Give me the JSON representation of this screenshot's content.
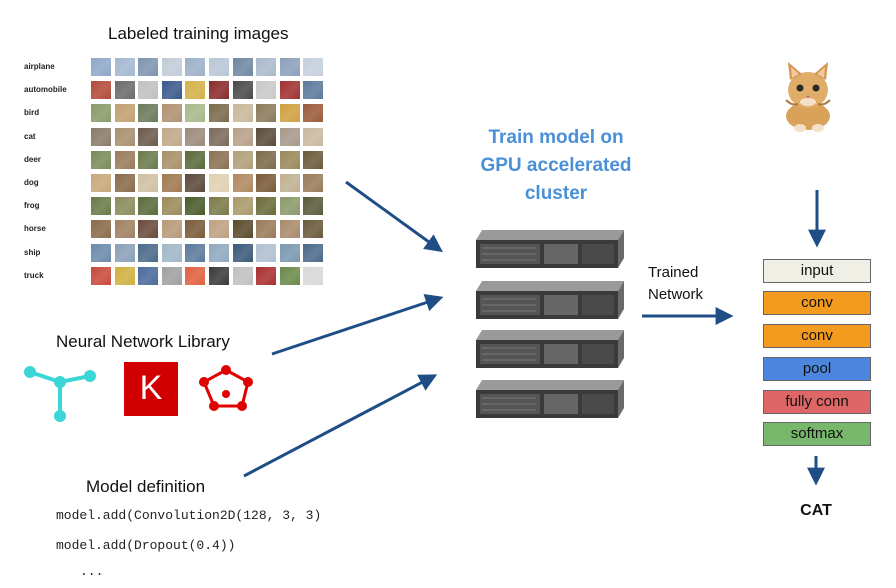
{
  "training": {
    "title": "Labeled training images",
    "classes": [
      "airplane",
      "automobile",
      "bird",
      "cat",
      "deer",
      "dog",
      "frog",
      "horse",
      "ship",
      "truck"
    ],
    "colors": [
      [
        "#8fa8c8",
        "#a5b8d0",
        "#7d94b0",
        "#c0ccd8",
        "#9cb0c8",
        "#b8c6d6",
        "#6f87a3",
        "#aab9cc",
        "#8aa0bb",
        "#c5d0dc"
      ],
      [
        "#b24a3a",
        "#6b6b6b",
        "#c0c0c0",
        "#3a5a8a",
        "#d4b04a",
        "#8a2a2a",
        "#4a4a4a",
        "#c8c8c8",
        "#a03030",
        "#5a7a9a"
      ],
      [
        "#8a9a6a",
        "#c0a070",
        "#6a7a5a",
        "#b09070",
        "#a8b888",
        "#7a6a4a",
        "#c8b898",
        "#8a7a5a",
        "#d0a040",
        "#9a5a3a"
      ],
      [
        "#8a7a6a",
        "#a89070",
        "#6a5a4a",
        "#c0a888",
        "#9a8a7a",
        "#7a6a5a",
        "#b8a088",
        "#5a4a3a",
        "#a8988a",
        "#c8b8a0"
      ],
      [
        "#7a8a5a",
        "#9a7a5a",
        "#6a7a4a",
        "#a89068",
        "#5a6a3a",
        "#8a7050",
        "#b0a078",
        "#7a6a48",
        "#98885a",
        "#6a5a3a"
      ],
      [
        "#c8a878",
        "#8a6a4a",
        "#d0c0a0",
        "#a07850",
        "#5a4a3a",
        "#e0d0b0",
        "#b08860",
        "#7a5a3a",
        "#c0b090",
        "#9a7a5a"
      ],
      [
        "#6a7a4a",
        "#8a8a5a",
        "#5a6a3a",
        "#9a8a5a",
        "#4a5a2a",
        "#7a7a4a",
        "#a89a6a",
        "#6a6a3a",
        "#8a9a6a",
        "#5a5a3a"
      ],
      [
        "#8a6a4a",
        "#a08060",
        "#6a4a3a",
        "#b89878",
        "#7a5a3a",
        "#c0a080",
        "#5a4a2a",
        "#9a7a5a",
        "#a88a6a",
        "#6a5a3a"
      ],
      [
        "#6a8aaa",
        "#8aa0b8",
        "#4a6a8a",
        "#a0b8c8",
        "#5a7a9a",
        "#90a8c0",
        "#3a5a7a",
        "#b0c0d0",
        "#7a98b0",
        "#4a6a8a"
      ],
      [
        "#c84a3a",
        "#d0b040",
        "#4a6a9a",
        "#a0a0a0",
        "#e06040",
        "#3a3a3a",
        "#c0c0c0",
        "#a83030",
        "#6a8a4a",
        "#d8d8d8"
      ]
    ]
  },
  "train_cluster": {
    "title_lines": [
      "Train model on",
      "GPU accelerated",
      "cluster"
    ]
  },
  "library": {
    "title": "Neural Network Library",
    "keras_letter": "K"
  },
  "model_def": {
    "title": "Model definition",
    "code_lines": [
      "model.add(Convolution2D(128, 3, 3)",
      "model.add(Dropout(0.4))",
      "..."
    ]
  },
  "trained_network": {
    "label_lines": [
      "Trained",
      "Network"
    ]
  },
  "network": {
    "layers": [
      {
        "label": "input",
        "color": "#f0efe6"
      },
      {
        "label": "conv",
        "color": "#f39b1e"
      },
      {
        "label": "conv",
        "color": "#f39b1e"
      },
      {
        "label": "pool",
        "color": "#4d86df"
      },
      {
        "label": "fully conn",
        "color": "#df6666"
      },
      {
        "label": "softmax",
        "color": "#77b86d"
      }
    ],
    "output": "CAT"
  },
  "colors": {
    "arrow": "#1f4e86",
    "title_blue": "#4a90d9"
  }
}
